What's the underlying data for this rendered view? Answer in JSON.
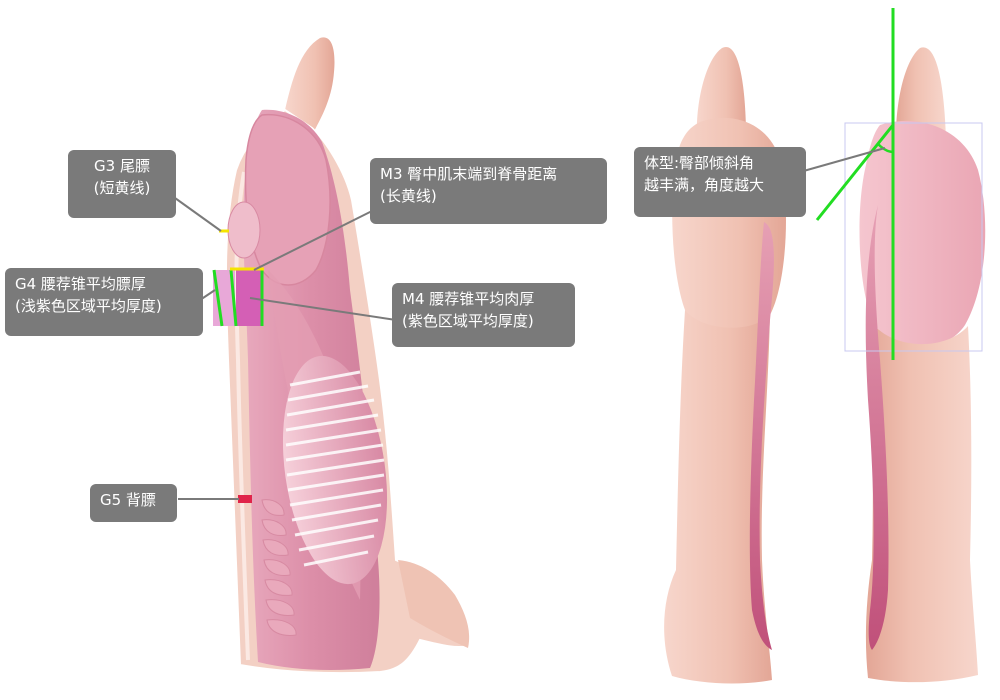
{
  "labels": {
    "g3": {
      "line1": "G3 尾膘",
      "line2": "(短黄线)"
    },
    "m3": {
      "line1": "M3 臀中肌末端到脊骨距离",
      "line2": "(长黄线)"
    },
    "g4": {
      "line1": "G4 腰荐锥平均膘厚",
      "line2": "(浅紫色区域平均厚度)"
    },
    "m4": {
      "line1": "M4 腰荐锥平均肉厚",
      "line2": "(紫色区域平均厚度)"
    },
    "g5": {
      "line1": "G5 背膘"
    },
    "shape": {
      "line1": "体型:臀部倾斜角",
      "line2": "越丰满，角度越大"
    }
  },
  "colors": {
    "label_bg": "#7a7a7a",
    "label_text": "#ffffff",
    "leader_line": "#7a7a7a",
    "yellow_marker": "#f5e400",
    "green_marker": "#22dd22",
    "red_marker": "#e0244a",
    "light_purple_region": "#e6a6d8",
    "purple_region": "#d966b8",
    "meat_pink": "#e09ab0",
    "skin": "#f2c4b6"
  }
}
